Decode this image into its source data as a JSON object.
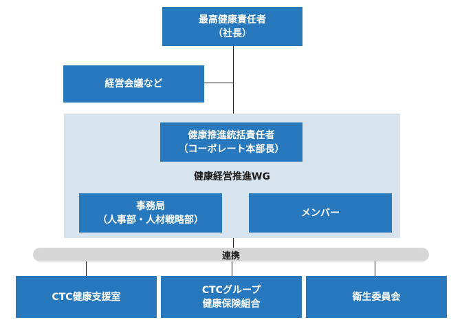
{
  "top": {
    "line1": "最高健康責任者",
    "line2": "（社長）"
  },
  "meeting": {
    "label": "経営会議など"
  },
  "coordinator": {
    "line1": "健康推進統括責任者",
    "line2": "（コーポレート本部長）"
  },
  "wg": {
    "label": "健康経営推進WG"
  },
  "secretariat": {
    "line1": "事務局",
    "line2": "（人事部・人材戦略部）"
  },
  "members": {
    "label": "メンバー"
  },
  "liaison": {
    "label": "連携"
  },
  "bottom": [
    {
      "line1": "CTC健康支援室",
      "line2": ""
    },
    {
      "line1": "CTCグループ",
      "line2": "健康保険組合"
    },
    {
      "line1": "衛生委員会",
      "line2": ""
    }
  ]
}
